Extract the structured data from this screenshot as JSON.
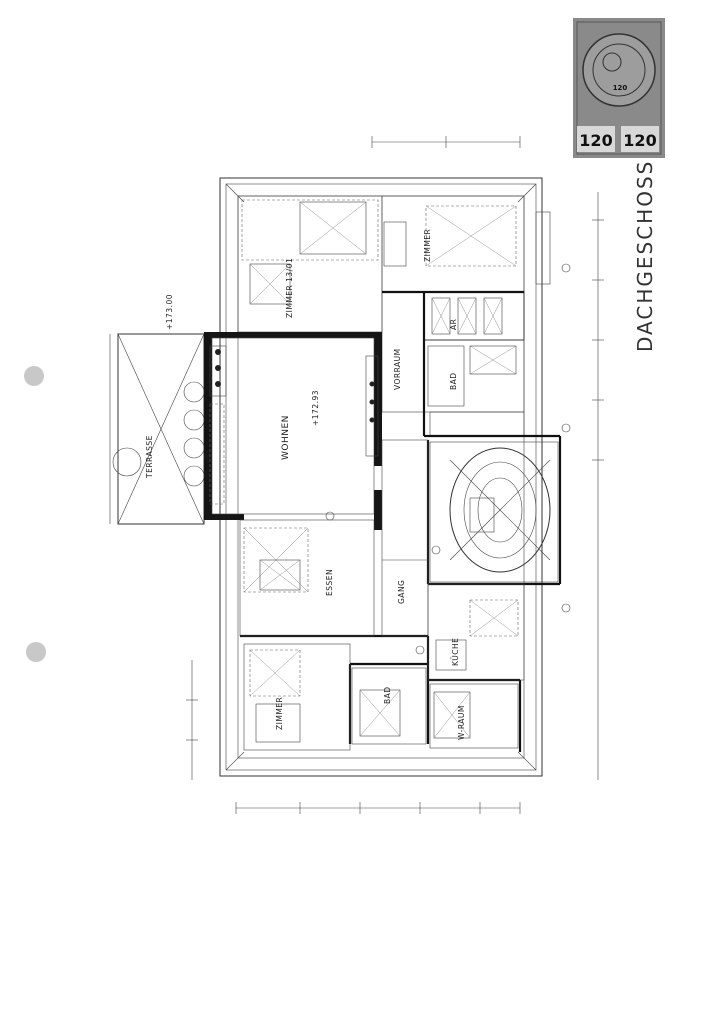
{
  "sheet_title": "DACHGESCHOSS",
  "stamp": {
    "denomination_left": "120",
    "denomination_right": "120",
    "seal_value": "120"
  },
  "rooms": [
    {
      "id": "zimmer-top-left",
      "label": "ZIMMER 13/01"
    },
    {
      "id": "zimmer-top-right",
      "label": "ZIMMER"
    },
    {
      "id": "wohnen",
      "label": "WOHNEN"
    },
    {
      "id": "vorraum",
      "label": "VORRAUM"
    },
    {
      "id": "ar",
      "label": "AR"
    },
    {
      "id": "bad-top",
      "label": "BAD"
    },
    {
      "id": "terrasse",
      "label": "TERRASSE"
    },
    {
      "id": "essen",
      "label": "ESSEN"
    },
    {
      "id": "gang",
      "label": "GANG"
    },
    {
      "id": "kueche",
      "label": "KÜCHE"
    },
    {
      "id": "zimmer-bottom-left",
      "label": "ZIMMER"
    },
    {
      "id": "bad-bottom",
      "label": "BAD"
    },
    {
      "id": "w-raum",
      "label": "W-RAUM"
    }
  ],
  "levels": {
    "terrace_level": "+173.00",
    "living_level": "+172.93"
  }
}
